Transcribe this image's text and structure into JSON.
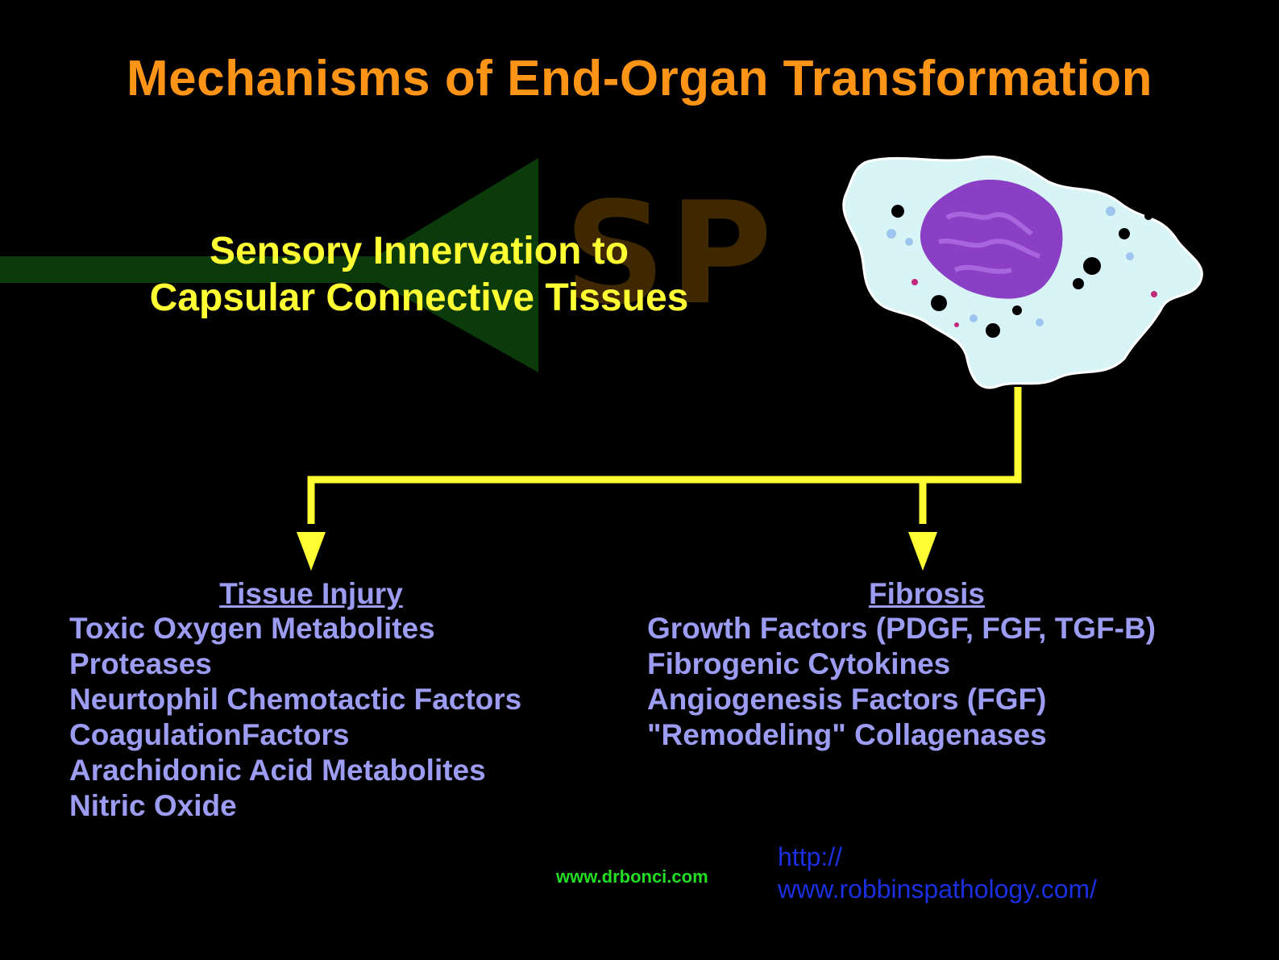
{
  "title": "Mechanisms of End-Organ Transformation",
  "watermark": "SP",
  "sensory": {
    "line1": "Sensory Innervation to",
    "line2": "Capsular Connective Tissues"
  },
  "tissue_injury": {
    "heading": "Tissue Injury",
    "items": [
      "Toxic Oxygen Metabolites",
      "Proteases",
      "Neurtophil Chemotactic Factors",
      "CoagulationFactors",
      "Arachidonic Acid Metabolites",
      "Nitric Oxide"
    ]
  },
  "fibrosis": {
    "heading": "Fibrosis",
    "items": [
      "Growth Factors (PDGF, FGF, TGF-B)",
      "Fibrogenic Cytokines",
      "Angiogenesis Factors (FGF)",
      "\"Remodeling\" Collagenases"
    ]
  },
  "footer": {
    "site": "www.drbonci.com",
    "link_line1": "http://",
    "link_line2": "www.robbinspathology.com/"
  },
  "colors": {
    "title": "#ff9416",
    "sensory_text": "#ffff33",
    "list_text": "#9c9cf2",
    "arrow": "#ffff33",
    "green_arrow": "#0b3a0b",
    "cell_body": "#d9f4f7",
    "nucleus": "#8b3fc4"
  }
}
